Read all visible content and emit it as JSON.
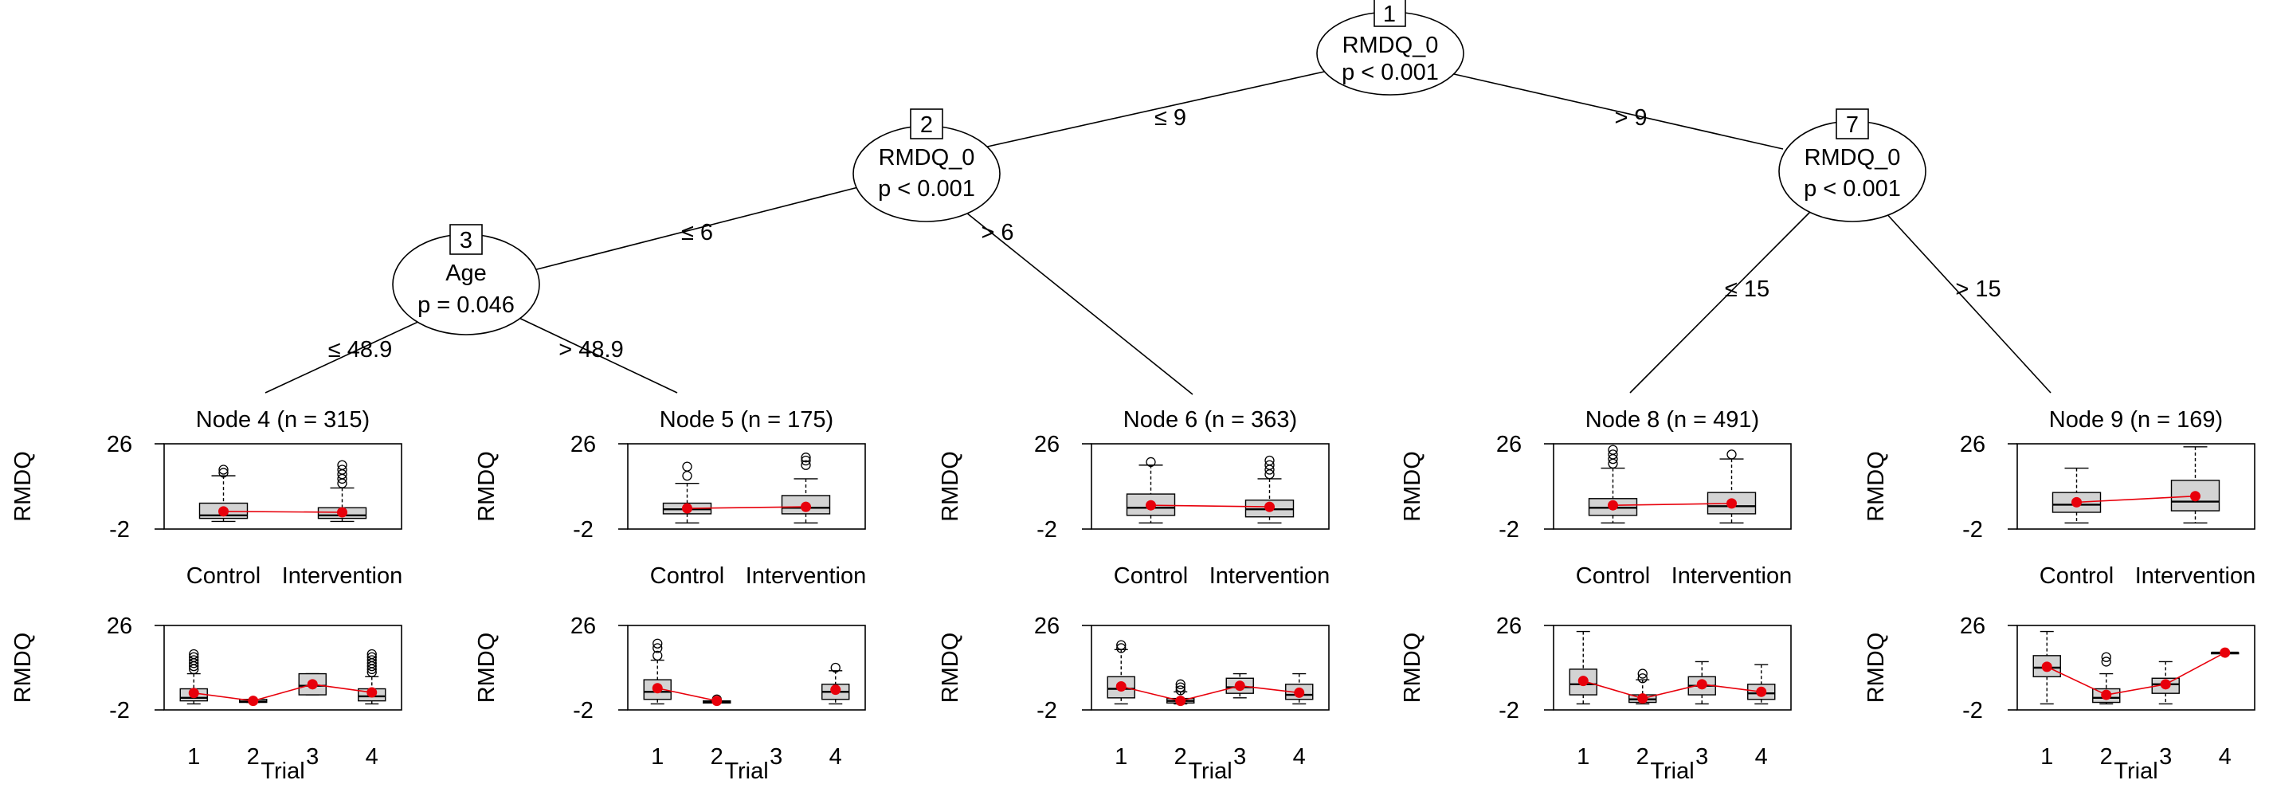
{
  "tree": {
    "inner_nodes": [
      {
        "id": "1",
        "variable": "RMDQ_0",
        "p": "p < 0.001"
      },
      {
        "id": "2",
        "variable": "RMDQ_0",
        "p": "p < 0.001"
      },
      {
        "id": "3",
        "variable": "Age",
        "p": "p = 0.046"
      },
      {
        "id": "7",
        "variable": "RMDQ_0",
        "p": "p < 0.001"
      }
    ],
    "edges": [
      {
        "from": "1",
        "to": "2",
        "label": "≤ 9"
      },
      {
        "from": "1",
        "to": "7",
        "label": "> 9"
      },
      {
        "from": "2",
        "to": "3",
        "label": "≤ 6"
      },
      {
        "from": "2",
        "to": "6",
        "label": "> 6"
      },
      {
        "from": "3",
        "to": "4",
        "label": "≤ 48.9"
      },
      {
        "from": "3",
        "to": "5",
        "label": "> 48.9"
      },
      {
        "from": "7",
        "to": "8",
        "label": "≤ 15"
      },
      {
        "from": "7",
        "to": "9",
        "label": "> 15"
      }
    ]
  },
  "panel_axis": {
    "ylabel": "RMDQ",
    "yticks": [
      26,
      -2
    ],
    "ylim": [
      -2,
      26
    ],
    "group_ticks": [
      "Control",
      "Intervention"
    ],
    "trial_ticks": [
      "1",
      "2",
      "3",
      "4"
    ],
    "trial_label": "Trial"
  },
  "colors": {
    "mean": "#e8000b",
    "box_fill": "#d3d3d3",
    "line": "#000000"
  },
  "chart_data": [
    {
      "type": "boxplot",
      "node": "4",
      "title": "Node 4 (n = 315)",
      "group_boxes": [
        {
          "q1": 1.5,
          "med": 2.5,
          "q3": 6.5,
          "lo": 0.5,
          "hi": 15.5,
          "out": [
            16.5,
            17.5
          ],
          "mean": 3.8
        },
        {
          "q1": 1.5,
          "med": 2.5,
          "q3": 5,
          "lo": 0.5,
          "hi": 11.5,
          "out": [
            13,
            14.5,
            16,
            17.5,
            19
          ],
          "mean": 3.5
        }
      ],
      "trial_boxes": [
        {
          "q1": 1,
          "med": 2,
          "q3": 5,
          "lo": 0,
          "hi": 10,
          "out": [
            11.5,
            12.5,
            13.5,
            14.5,
            15.5,
            16.5
          ],
          "mean": 3.6
        },
        {
          "q1": 0.5,
          "med": 0.8,
          "q3": 1.5,
          "lo": 0.5,
          "hi": 1.5,
          "out": [],
          "mean": 1
        },
        {
          "q1": 3,
          "med": 6,
          "q3": 10,
          "lo": 3,
          "hi": 10,
          "out": [],
          "mean": 6.5
        },
        {
          "q1": 1,
          "med": 2.5,
          "q3": 5,
          "lo": 0,
          "hi": 9,
          "out": [
            10.5,
            11.5,
            12.5,
            13.5,
            14.5,
            15.5,
            16.5
          ],
          "mean": 3.8
        }
      ]
    },
    {
      "type": "boxplot",
      "node": "5",
      "title": "Node 5 (n = 175)",
      "group_boxes": [
        {
          "q1": 3,
          "med": 4.5,
          "q3": 6.5,
          "lo": 0,
          "hi": 13,
          "out": [
            15.5,
            18.5
          ],
          "mean": 4.8
        },
        {
          "q1": 3,
          "med": 5,
          "q3": 9,
          "lo": 0,
          "hi": 14.5,
          "out": [
            19,
            20.5,
            21.5
          ],
          "mean": 5.3
        }
      ],
      "trial_boxes": [
        {
          "q1": 1.5,
          "med": 4,
          "q3": 8,
          "lo": 0,
          "hi": 14.5,
          "out": [
            16,
            18.5,
            20
          ],
          "mean": 5.2
        },
        {
          "q1": 0.3,
          "med": 0.6,
          "q3": 1,
          "lo": 0.3,
          "hi": 1,
          "out": [
            1.5
          ],
          "mean": 1
        },
        null,
        {
          "q1": 1.5,
          "med": 4,
          "q3": 6.5,
          "lo": 0,
          "hi": 11,
          "out": [
            12
          ],
          "mean": 4.7
        }
      ]
    },
    {
      "type": "boxplot",
      "node": "6",
      "title": "Node 6 (n = 363)",
      "group_boxes": [
        {
          "q1": 2.5,
          "med": 5,
          "q3": 9.5,
          "lo": 0,
          "hi": 19,
          "out": [
            20
          ],
          "mean": 5.8
        },
        {
          "q1": 2,
          "med": 4.5,
          "q3": 7.5,
          "lo": 0,
          "hi": 14.5,
          "out": [
            16,
            17.5,
            19,
            20.5
          ],
          "mean": 5.3
        }
      ],
      "trial_boxes": [
        {
          "q1": 2,
          "med": 5,
          "q3": 9,
          "lo": 0,
          "hi": 18,
          "out": [
            18.5,
            19.5
          ],
          "mean": 5.8
        },
        {
          "q1": 0.3,
          "med": 1,
          "q3": 1.8,
          "lo": 0,
          "hi": 4,
          "out": [
            4.5,
            5.5,
            6.5
          ],
          "mean": 1
        },
        {
          "q1": 3.5,
          "med": 5.5,
          "q3": 8.5,
          "lo": 2,
          "hi": 10,
          "out": [],
          "mean": 6
        },
        {
          "q1": 1.5,
          "med": 3,
          "q3": 6.5,
          "lo": 0,
          "hi": 10,
          "out": [],
          "mean": 3.7
        }
      ]
    },
    {
      "type": "boxplot",
      "node": "8",
      "title": "Node 8 (n = 491)",
      "group_boxes": [
        {
          "q1": 2.5,
          "med": 5,
          "q3": 8,
          "lo": 0,
          "hi": 18,
          "out": [
            19.5,
            21,
            22.5,
            24
          ],
          "mean": 5.8
        },
        {
          "q1": 3,
          "med": 5.5,
          "q3": 10,
          "lo": 0,
          "hi": 21,
          "out": [
            22.5
          ],
          "mean": 6.4
        }
      ],
      "trial_boxes": [
        {
          "q1": 3,
          "med": 6.5,
          "q3": 11.5,
          "lo": 0,
          "hi": 24,
          "out": [],
          "mean": 7.6
        },
        {
          "q1": 0.5,
          "med": 1.5,
          "q3": 3,
          "lo": 0,
          "hi": 8,
          "out": [
            8.5,
            10
          ],
          "mean": 1.8
        },
        {
          "q1": 3,
          "med": 6,
          "q3": 9,
          "lo": 0,
          "hi": 14,
          "out": [],
          "mean": 6.5
        },
        {
          "q1": 1.5,
          "med": 3.5,
          "q3": 6.5,
          "lo": 0,
          "hi": 13,
          "out": [],
          "mean": 4
        }
      ]
    },
    {
      "type": "boxplot",
      "node": "9",
      "title": "Node 9 (n = 169)",
      "group_boxes": [
        {
          "q1": 3.5,
          "med": 6,
          "q3": 10,
          "lo": 0,
          "hi": 18,
          "out": [],
          "mean": 6.8
        },
        {
          "q1": 4,
          "med": 7,
          "q3": 14,
          "lo": 0,
          "hi": 25,
          "out": [],
          "mean": 8.8
        }
      ],
      "trial_boxes": [
        {
          "q1": 9,
          "med": 12,
          "q3": 16,
          "lo": 0,
          "hi": 24,
          "out": [],
          "mean": 12.3
        },
        {
          "q1": 0.5,
          "med": 2,
          "q3": 5,
          "lo": 0,
          "hi": 10,
          "out": [
            14,
            15.5
          ],
          "mean": 3
        },
        {
          "q1": 3.5,
          "med": 6.5,
          "q3": 8.5,
          "lo": 0,
          "hi": 14,
          "out": [],
          "mean": 6.5
        },
        {
          "q1": 17,
          "med": 17,
          "q3": 17,
          "lo": 17,
          "hi": 17,
          "out": [],
          "mean": 17
        }
      ]
    }
  ]
}
